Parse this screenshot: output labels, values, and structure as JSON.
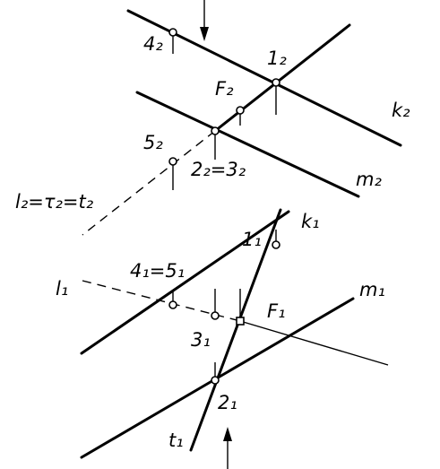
{
  "labels": {
    "p4_2": "4₂",
    "p1_2": "1₂",
    "F_2": "F₂",
    "k_2": "k₂",
    "p5_2": "5₂",
    "p2eq3_2": "2₂=3₂",
    "m_2": "m₂",
    "lt_2": "l₂=τ₂=t₂",
    "p1_1": "1₁",
    "k_1": "k₁",
    "l_1": "l₁",
    "p4eq5_1": "4₁=5₁",
    "m_1": "m₁",
    "F_1": "F₁",
    "p3_1": "3₁",
    "p2_1": "2₁",
    "t_1": "t₁"
  },
  "colors": {
    "line": "#000000",
    "background": "#ffffff"
  },
  "icons": {
    "top_arrow": "arrow-down-icon",
    "bottom_arrow": "arrow-up-icon"
  }
}
